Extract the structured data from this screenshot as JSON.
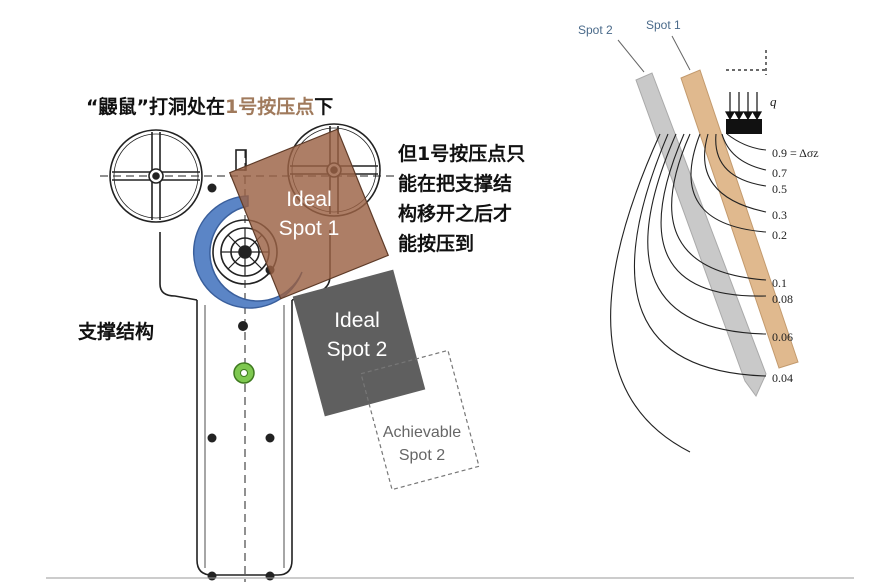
{
  "headline": {
    "quote_open": "“",
    "mole": "鼹鼠",
    "quote_close": "”",
    "middle": "打洞处在",
    "spot": "1号按压点",
    "end": "下"
  },
  "note": {
    "line1": "但1号按压点只",
    "line2": "能在把支撑结",
    "line3": "构移开之后才",
    "line4": "能按压到"
  },
  "support_label": "支撑结构",
  "boxes": {
    "ideal1": {
      "line1": "Ideal",
      "line2": "Spot 1",
      "color": "#9b6244"
    },
    "ideal2": {
      "line1": "Ideal",
      "line2": "Spot 2",
      "color": "#5f5f5f"
    },
    "achievable2": {
      "line1": "Achievable",
      "line2": "Spot 2"
    }
  },
  "colors": {
    "spot_highlight": "#a07a5c",
    "ring": "#5b85c6",
    "green_marker": "#7ec850",
    "spot1_bar": "#e0b98e",
    "spot2_bar": "#c9c9c9"
  },
  "right_diagram": {
    "spot2_label": "Spot 2",
    "spot1_label": "Spot 1",
    "load_label": "q",
    "contours": [
      "0.9 = Δσz",
      "0.7",
      "0.5",
      "0.3",
      "0.2",
      "0.1",
      "0.08",
      "0.06",
      "0.04"
    ]
  }
}
